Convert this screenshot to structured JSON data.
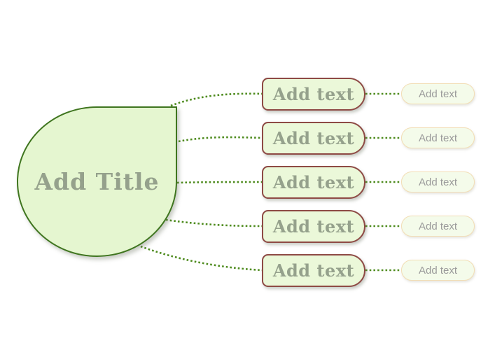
{
  "diagram": {
    "type": "mindmap-template",
    "central": {
      "label": "Add Title"
    },
    "branches": [
      {
        "label": "Add text",
        "child": {
          "label": "Add text"
        }
      },
      {
        "label": "Add text",
        "child": {
          "label": "Add text"
        }
      },
      {
        "label": "Add text",
        "child": {
          "label": "Add text"
        }
      },
      {
        "label": "Add text",
        "child": {
          "label": "Add text"
        }
      },
      {
        "label": "Add text",
        "child": {
          "label": "Add text"
        }
      }
    ]
  },
  "colors": {
    "canvas-bg": "#ffffff",
    "center-fill": "#e5f6d0",
    "center-stroke": "#3f751f",
    "branch-fill": "#ebf8d9",
    "branch-stroke": "#8e4a45",
    "sub-fill": "#f4fbea",
    "sub-stroke": "#f2ddb4",
    "text-main": "#95a18c",
    "text-sub": "#9b9b9b",
    "connector": "#4e8b1e"
  }
}
